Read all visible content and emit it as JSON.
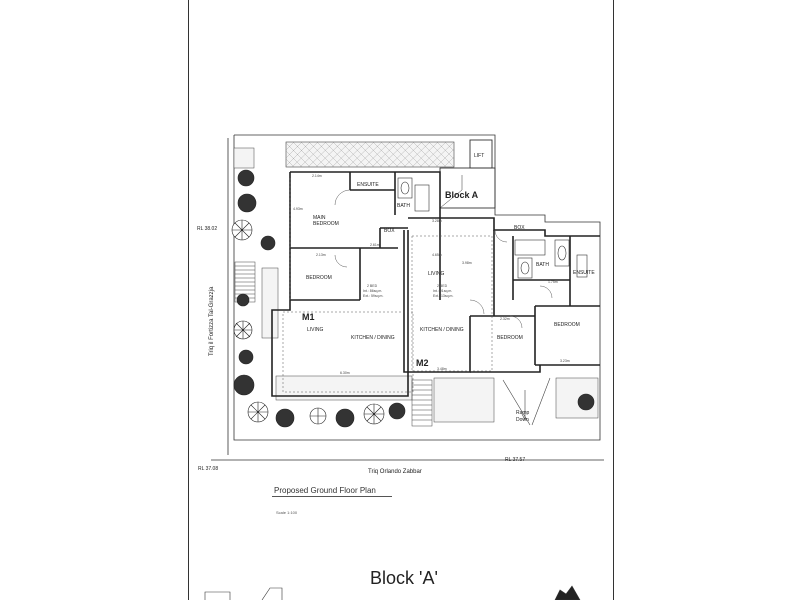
{
  "plan": {
    "block_label": "Block A",
    "lift": "LIFT",
    "m1": "M1",
    "m2": "M2",
    "rooms": {
      "ensuite_a": "ENSUITE",
      "bath_a": "BATH",
      "main_bedroom_line1": "MAIN",
      "main_bedroom_line2": "BEDROOM",
      "box_a": "BOX",
      "bedroom_a": "BEDROOM",
      "living_a": "LIVING",
      "kitchen_dining_a": "KITCHEN / DINING",
      "living_b": "LIVING",
      "kitchen_dining_b": "KITCHEN / DINING",
      "box_b": "BOX",
      "bath_b": "BATH",
      "ensuite_b": "ENSUITE",
      "bedroom_b1": "BEDROOM",
      "bedroom_b2": "BEDROOM",
      "ramp_line1": "Ramp",
      "ramp_line2": "Down"
    },
    "unit_a": {
      "line1": "2 BED",
      "line2": "Int.: 86sq.m.",
      "line3": "Ext.: 59sq.m."
    },
    "unit_b": {
      "line1": "2 BED",
      "line2": "Int.: 91sq.m.",
      "line3": "Ext.: 13sq.m."
    },
    "streets": {
      "west": "Triq il Fortizza Tal-Grazzja",
      "south": "Triq Orlando Zabbar"
    },
    "levels": {
      "rl_top_left": "RL 38.02",
      "rl_bottom_left": "RL 37.08",
      "rl_bottom_right": "RL 37.57"
    },
    "dims": {
      "d1": "2.14m",
      "d2": "4.93m",
      "d3": "2.61m",
      "d4": "2.13m",
      "d5": "6.30m",
      "d6": "3.28m",
      "d7": "4.65m",
      "d8": "3.48m",
      "d9": "2.32m",
      "d10": "3.23m",
      "d11": "3.98m",
      "d12": "1.75m"
    }
  },
  "caption": {
    "title": "Proposed Ground Floor Plan",
    "scale": "Scale 1:100"
  },
  "sheet_title": "Block 'A'"
}
